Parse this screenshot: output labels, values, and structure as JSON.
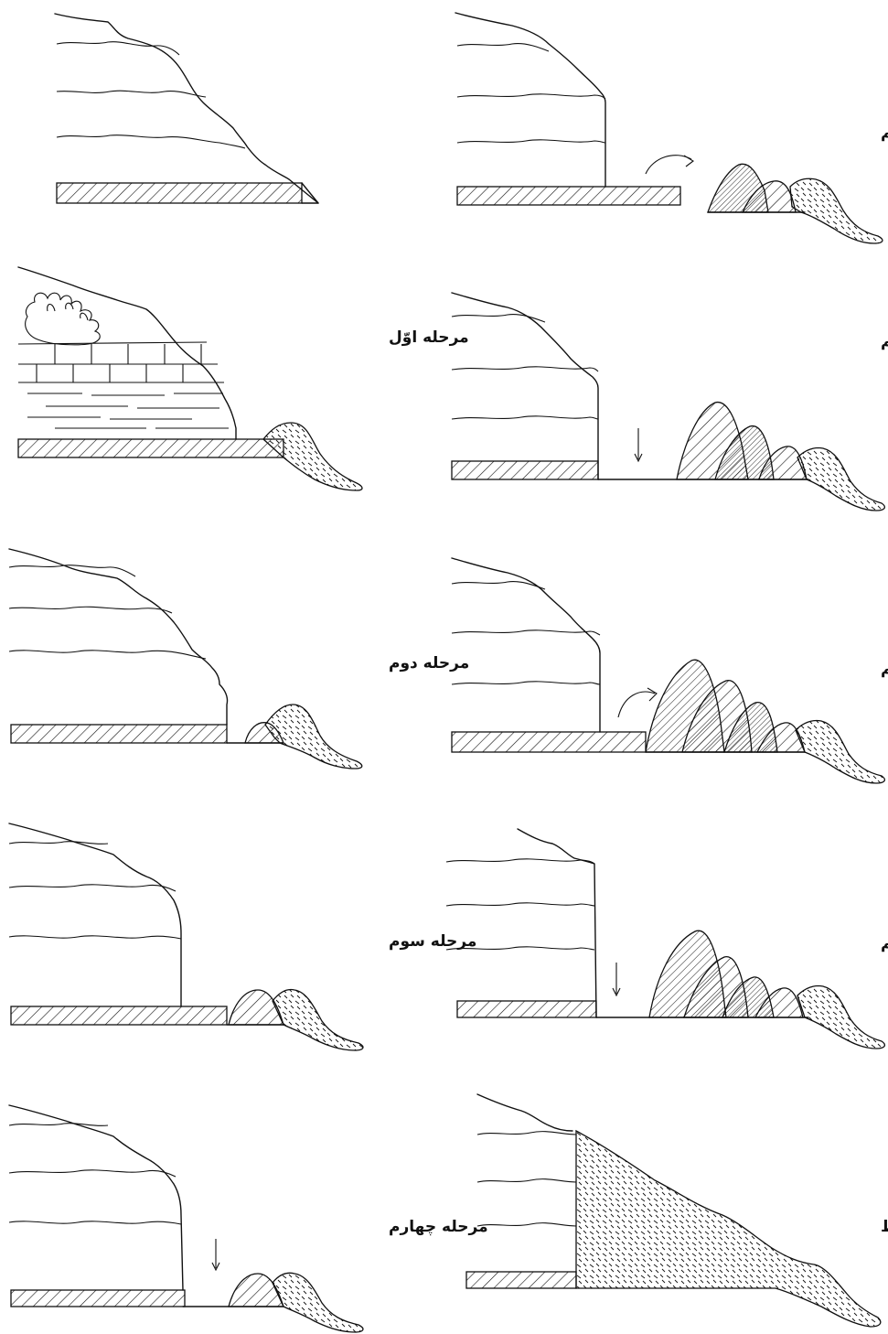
{
  "labels": {
    "stage1": "مرحله اوّل",
    "stage2": "مرحله دوم",
    "stage3": "مرحله سوم",
    "stage4": "مرحله چهارم",
    "stage5": "مرحله پنجم",
    "stage6": "مرحله ششم",
    "stage7": "مرحله هفتم",
    "stage8": "مرحله هشتم",
    "restoration": "بازسازی محیط"
  },
  "colors": {
    "ink": "#111111",
    "background": "#ffffff"
  }
}
